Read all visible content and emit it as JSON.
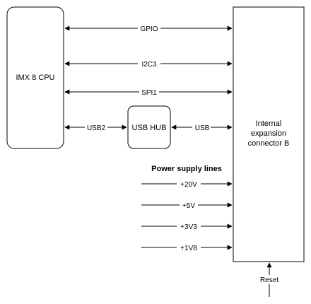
{
  "blocks": {
    "cpu": "IMX 8 CPU",
    "hub": "USB HUB",
    "connector": [
      "Internal",
      "expansion",
      "connector B"
    ]
  },
  "links": {
    "gpio": "GPIO",
    "i2c": "I2C3",
    "spi": "SPI1",
    "usb2": "USB2",
    "usb": "USB"
  },
  "power": {
    "title": "Power supply lines",
    "rails": [
      "+20V",
      "+5V",
      "+3V3",
      "+1V8"
    ]
  },
  "reset": "Reset",
  "colors": {
    "line": "#000000",
    "fill": "#ffffff"
  }
}
